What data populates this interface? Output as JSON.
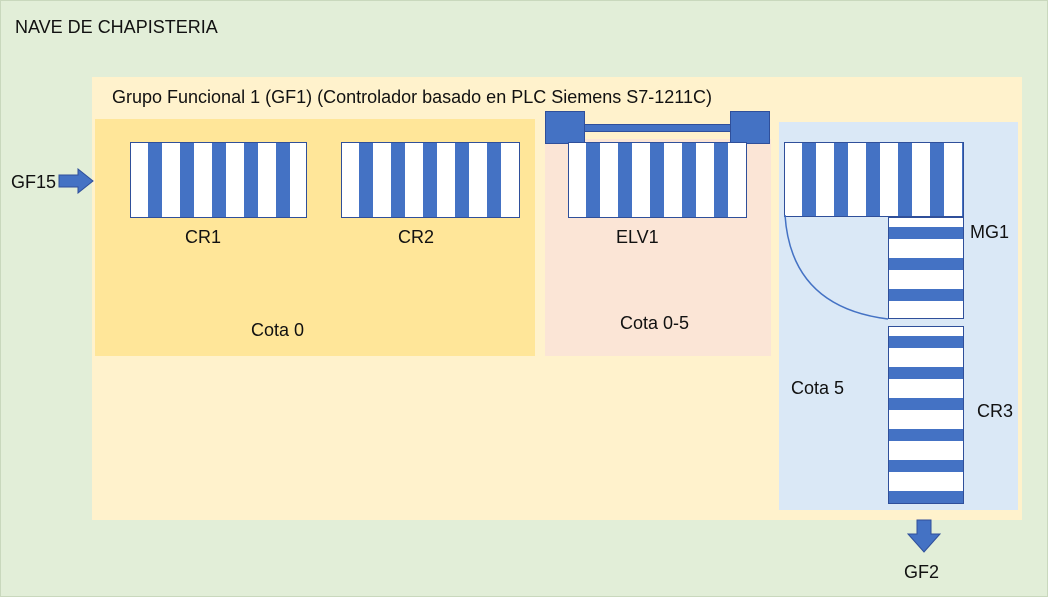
{
  "plant": {
    "title": "NAVE DE CHAPISTERIA",
    "group_title": "Grupo Funcional 1 (GF1) (Controlador basado en PLC Siemens S7-1211C)"
  },
  "zones": {
    "cota0": "Cota 0",
    "cota05": "Cota 0-5",
    "cota5": "Cota 5"
  },
  "equipment": {
    "cr1": "CR1",
    "cr2": "CR2",
    "elv1": "ELV1",
    "mg1": "MG1",
    "cr3": "CR3"
  },
  "flows": {
    "input": "GF15",
    "output": "GF2"
  },
  "colors": {
    "outer_background": "#e2eed8",
    "group_background": "#fff2cc",
    "cota0_background": "#ffe699",
    "cota05_background": "#fbe5d6",
    "cota5_background": "#dae8f6",
    "equipment_blue": "#4472c4"
  }
}
